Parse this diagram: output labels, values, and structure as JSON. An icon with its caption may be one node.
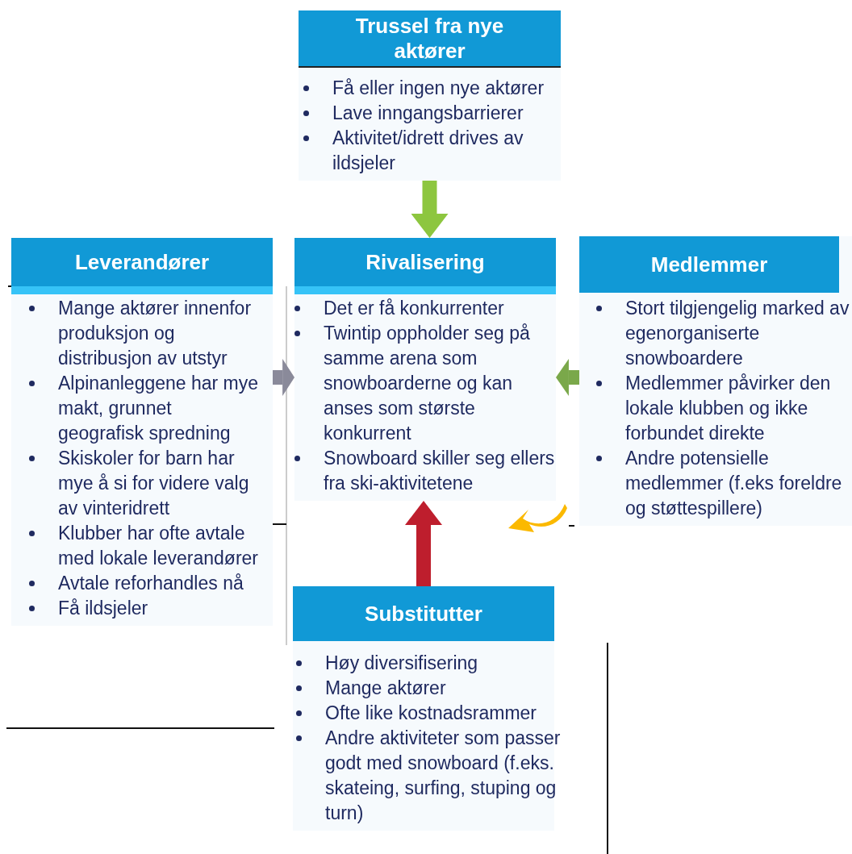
{
  "diagram": {
    "nodes": [
      {
        "text": [
          "Trussel fra nye aktører",
          "Få eller ingen nye aktører",
          "Lave inngangsbarrierer",
          "Aktivitet/idrett drives av ildsjeler"
        ]
      },
      {
        "text": [
          "Leverandører",
          "Mange aktører innenfor produksjon og distribusjon av utstyr",
          "Alpinanleggene har mye makt, grunnet geografisk spredning",
          "Skiskoler for barn har mye å si for videre valg av vinteridrett",
          "Klubber har ofte avtale med lokale leverandører",
          "Avtale reforhandles nå",
          "Få ildsjeler"
        ]
      },
      {
        "text": [
          "Rivalisering",
          "Det er få konkurrenter",
          "Twintip oppholder seg på samme arena som snowboarderne og kan anses som største konkurrent",
          "Snowboard skiller seg ellers fra ski-aktivitetene"
        ]
      },
      {
        "text": [
          "Medlemmer",
          "Stort tilgjengelig marked av egenorganiserte snowboardere",
          "Medlemmer påvirker den lokale klubben og ikke forbundet direkte",
          "Andre potensielle medlemmer (f.eks foreldre og støttespillere)"
        ]
      },
      {
        "text": [
          "Substitutter",
          "Høy diversifisering",
          "Mange aktører",
          "Ofte like kostnadsrammer",
          "Andre aktiviteter som passer godt med snowboard (f.eks. skateing, surfing, stuping og turn)"
        ]
      }
    ],
    "edges": [
      {
        "from": 0,
        "to": 2,
        "arrow": "to",
        "color": "#8dc63f"
      },
      {
        "from": 1,
        "to": 2,
        "arrow": "to",
        "color": "#8a8a9a"
      },
      {
        "from": 3,
        "to": 2,
        "arrow": "to",
        "color": "#7aa84a"
      },
      {
        "from": 4,
        "to": 2,
        "arrow": "to",
        "color": "#be1e2d"
      }
    ]
  }
}
